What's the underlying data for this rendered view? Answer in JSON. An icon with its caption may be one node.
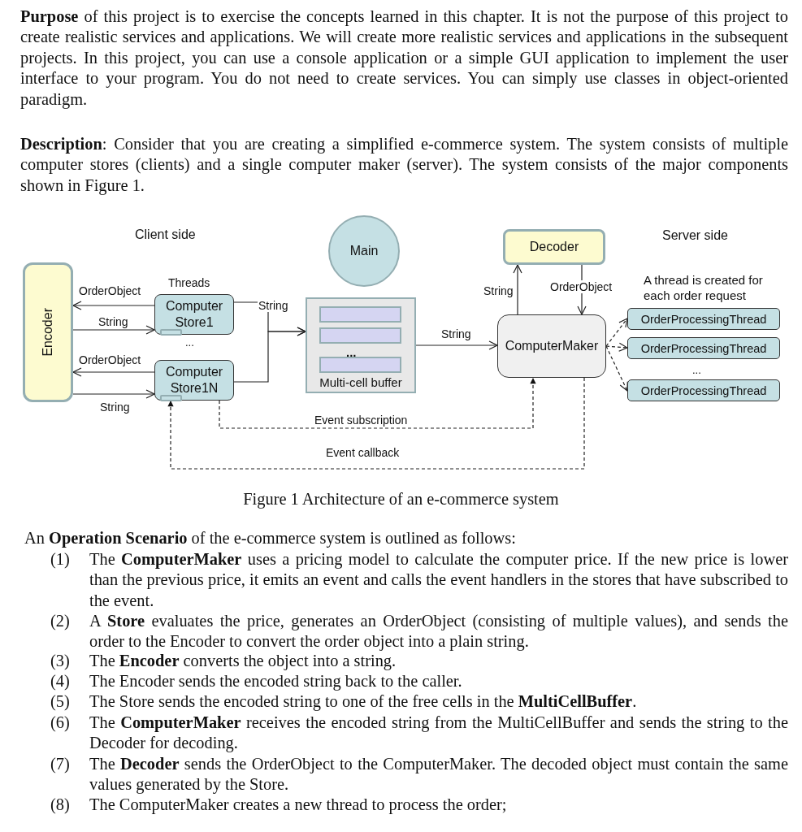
{
  "diagram": {
    "caption": "Figure 1 Architecture of an e-commerce system",
    "nodes": [
      {
        "text": [
          "Encoder"
        ]
      },
      {
        "text": [
          "Computer Store1"
        ],
        "beside": [
          "Threads"
        ]
      },
      {
        "text": [
          "Computer Store1N"
        ]
      },
      {
        "text": [
          "Main"
        ]
      },
      {
        "text": [
          "Multi-cell buffer"
        ]
      },
      {
        "text": [
          "Decoder"
        ]
      },
      {
        "text": [
          "ComputerMaker"
        ]
      },
      {
        "text": [
          "OrderProcessingThread"
        ]
      },
      {
        "text": [
          "OrderProcessingThread"
        ]
      },
      {
        "text": [
          "OrderProcessingThread"
        ]
      }
    ],
    "edges": [
      {
        "from": 1,
        "to": 0,
        "arrow": "to",
        "label": "OrderObject"
      },
      {
        "from": 0,
        "to": 1,
        "arrow": "to",
        "label": "String"
      },
      {
        "from": 2,
        "to": 0,
        "arrow": "to",
        "label": "OrderObject"
      },
      {
        "from": 0,
        "to": 2,
        "arrow": "to",
        "label": "String"
      },
      {
        "from": 1,
        "to": 4,
        "arrow": "to",
        "label": "String"
      },
      {
        "from": 2,
        "to": 4,
        "arrow": "to"
      },
      {
        "from": 4,
        "to": 6,
        "arrow": "to",
        "label": "String"
      },
      {
        "from": 6,
        "to": 5,
        "arrow": "to",
        "label": "String"
      },
      {
        "from": 5,
        "to": 6,
        "arrow": "to",
        "label": "OrderObject"
      },
      {
        "from": 6,
        "to": 7,
        "arrow": "to",
        "style": "dashed"
      },
      {
        "from": 6,
        "to": 8,
        "arrow": "to",
        "style": "dashed"
      },
      {
        "from": 6,
        "to": 9,
        "arrow": "to",
        "style": "dashed"
      },
      {
        "from": 2,
        "to": 6,
        "arrow": "to",
        "style": "dashed",
        "label": "Event subscription"
      },
      {
        "from": 6,
        "to": 2,
        "arrow": "to",
        "style": "dashed",
        "label": "Event callback"
      }
    ],
    "labels": [
      "**Purpose** of this project is to exercise the concepts learned in this chapter. It is not the purpose of this project to create realistic services and applications. We will create more realistic services and applications in the subsequent projects. In this project, you can use a console application or a simple GUI application to implement the user interface to your program. You do not need to create services. You can simply use classes in object-oriented paradigm.",
      "**Description**: Consider that you are creating a simplified e-commerce system. The system consists of multiple computer stores (clients) and a single computer maker (server). The system consists of the major components shown in Figure 1.",
      "Client side",
      "...",
      "...",
      "Server side",
      "A thread is created for each order request",
      "...",
      "An **Operation Scenario** of the e-commerce system is outlined as follows:",
      "(1)",
      "The **ComputerMaker** uses a pricing model to calculate the computer price. If the new price is lower than the previous price, it emits an event and calls the event handlers in the stores that have subscribed to the event.",
      "(2)",
      "A **Store** evaluates the price, generates an OrderObject (consisting of multiple values), and sends the order to the Encoder to convert the order object into a plain string.",
      "(3)",
      "The **Encoder** converts the object into a string.",
      "(4)",
      "The Encoder sends the encoded string back to the caller.",
      "(5)",
      "The Store sends the encoded string to one of the free cells in the **MultiCellBuffer**.",
      "(6)",
      "The **ComputerMaker** receives the encoded string from the MultiCellBuffer and sends the string to the Decoder for decoding.",
      "(7)",
      "The **Decoder** sends the OrderObject to the ComputerMaker. The decoded object must contain the same values generated by the Store.",
      "(8)",
      "The ComputerMaker creates a new thread to process the order;"
    ]
  }
}
